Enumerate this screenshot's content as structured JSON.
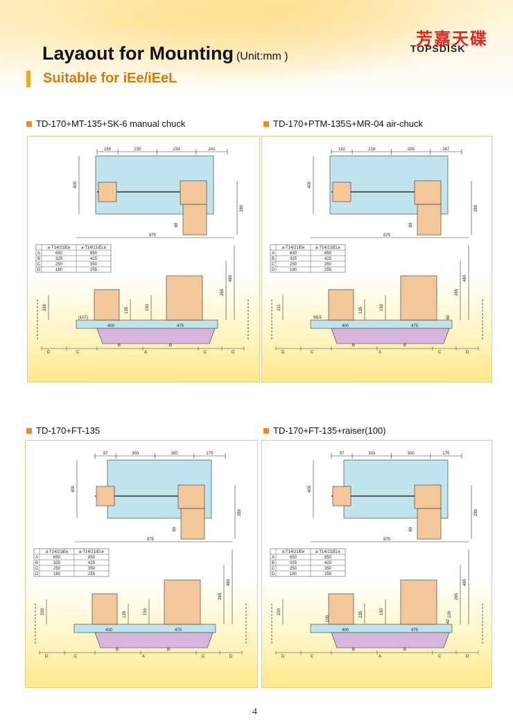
{
  "header": {
    "title": "Layaout for Mounting",
    "unit": "(Unit:mm )",
    "subtitle": "Suitable for iEe/iEeL",
    "brand_cn": "芳嘉天碟",
    "brand_en": "TOPSDISK"
  },
  "colors": {
    "accent": "#f2a916",
    "subtitle": "#d97a06",
    "table_area": "#bfe4ec",
    "machine": "#f2c79a",
    "base": "#d7b6dd"
  },
  "table": {
    "col1": "a-T14/21iEe",
    "col2": "a-T14/21iELe",
    "rows": [
      {
        "k": "A",
        "v1": "650",
        "v2": "850"
      },
      {
        "k": "B",
        "v1": "325",
        "v2": "425"
      },
      {
        "k": "C",
        "v1": "250",
        "v2": "350"
      },
      {
        "k": "D",
        "v1": "180",
        "v2": "255"
      }
    ]
  },
  "common": {
    "overall": "875",
    "height_400": "400",
    "height_289": "289",
    "dim_89": "89",
    "len_400": "400",
    "len_475": "475",
    "dim_480": "480",
    "dim_265": "265",
    "dim_150": "150"
  },
  "sections": [
    {
      "label": "TD-170+MT-135+SK-6 manual chuck",
      "top_dims": [
        "165",
        "235",
        "234",
        "241"
      ],
      "dims": {
        "left_h": "226",
        "mid": "135",
        "offset": "(107)"
      }
    },
    {
      "label": "TD-170+PTM-135S+MR-04 air-chuck",
      "top_dims": [
        "182",
        "218",
        "208",
        "267"
      ],
      "dims": {
        "left_h": "211",
        "mid": "135",
        "offset": "99.5",
        "d1": "60"
      }
    },
    {
      "label": "TD-170+FT-135",
      "top_dims": [
        "97",
        "303",
        "300",
        "175"
      ],
      "dims": {
        "left_h": "220",
        "mid": "135"
      }
    },
    {
      "label": "TD-170+FT-135+raiser(100)",
      "top_dims": [
        "97",
        "303",
        "300",
        "175"
      ],
      "dims": {
        "left_h": "220",
        "left_low": "100",
        "mid": "235",
        "right_low": "100",
        "d1": "40"
      }
    }
  ],
  "page_number": "4"
}
